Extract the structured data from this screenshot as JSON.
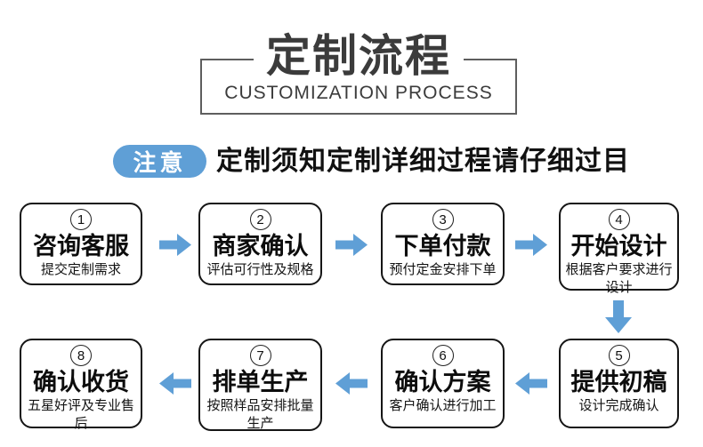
{
  "header": {
    "title": "定制流程",
    "subtitle": "CUSTOMIZATION PROCESS"
  },
  "notice": {
    "badge": "注意",
    "text": "定制须知定制详细过程请仔细过目"
  },
  "colors": {
    "accent_blue": "#5f9fd6",
    "title_dark": "#3b3b3b"
  },
  "steps": [
    {
      "num": "1",
      "title": "咨询客服",
      "subtitle": "提交定制需求"
    },
    {
      "num": "2",
      "title": "商家确认",
      "subtitle": "评估可行性及规格"
    },
    {
      "num": "3",
      "title": "下单付款",
      "subtitle": "预付定金安排下单"
    },
    {
      "num": "4",
      "title": "开始设计",
      "subtitle": "根据客户要求进行设计"
    },
    {
      "num": "5",
      "title": "提供初稿",
      "subtitle": "设计完成确认"
    },
    {
      "num": "6",
      "title": "确认方案",
      "subtitle": "客户确认进行加工"
    },
    {
      "num": "7",
      "title": "排单生产",
      "subtitle": "按照样品安排批量生产"
    },
    {
      "num": "8",
      "title": "确认收货",
      "subtitle": "五星好评及专业售后"
    }
  ]
}
